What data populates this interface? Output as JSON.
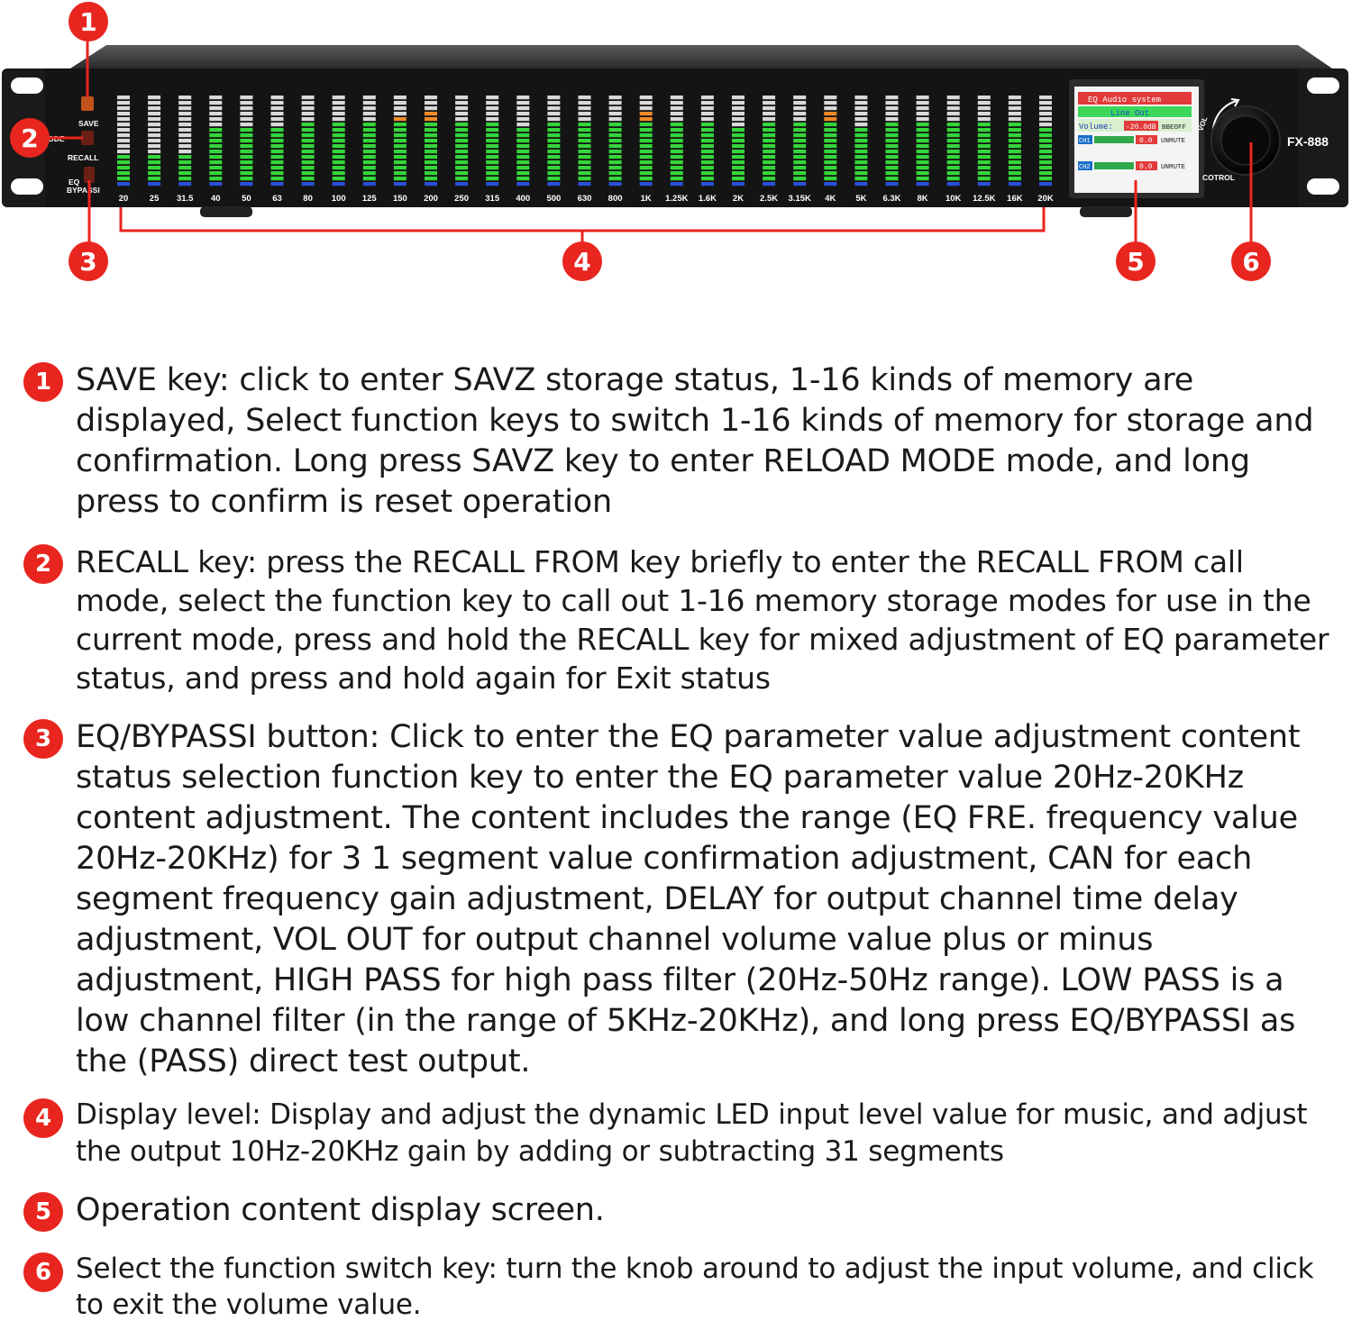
{
  "device": {
    "model": "FX-888",
    "buttons": {
      "save": "SAVE",
      "mode": "MODE",
      "recall": "RECALL",
      "eq_bypass_line1": "EQ",
      "eq_bypass_line2": "BYPASSI"
    },
    "knob_label": "COTROL",
    "knob_arc_label": "VOL",
    "frequencies": [
      "20",
      "25",
      "31.5",
      "40",
      "50",
      "63",
      "80",
      "100",
      "125",
      "150",
      "200",
      "250",
      "315",
      "400",
      "500",
      "630",
      "800",
      "1K",
      "1.25K",
      "1.6K",
      "2K",
      "2.5K",
      "3.15K",
      "4K",
      "5K",
      "6.3K",
      "8K",
      "10K",
      "12.5K",
      "16K",
      "20K"
    ],
    "meter_levels": [
      6,
      6,
      6,
      11,
      11,
      11,
      12,
      12,
      12,
      13,
      14,
      12,
      12,
      11,
      12,
      12,
      12,
      14,
      12,
      12,
      11,
      12,
      12,
      14,
      11,
      12,
      12,
      12,
      12,
      12,
      11
    ],
    "lcd": {
      "title": "EQ Audio system",
      "subtitle": "Line Out",
      "volume_label": "Volume:",
      "volume_value": "-20.0dB",
      "bbe": "BBEOFF",
      "ch1_label": "CH1",
      "ch1_value": "0.0",
      "ch1_status": "UNMUTE",
      "ch2_label": "CH2",
      "ch2_value": "0.0",
      "ch2_status": "UNMUTE"
    }
  },
  "callouts": [
    "1",
    "2",
    "3",
    "4",
    "5",
    "6"
  ],
  "descriptions": [
    {
      "number": "1",
      "text": "SAVE key: click to enter SAVZ storage status,  1-16 kinds of memory are displayed,    Select function keys to switch 1-16 kinds of memory for storage and confirmation. Long press SAVZ key to enter RELOAD MODE mode, and long press to confirm is reset operation"
    },
    {
      "number": "2",
      "text": "RECALL key: press the RECALL FROM key briefly to enter the RECALL FROM call mode, select the function key to call out 1-16 memory storage modes for use in the current mode, press and hold the RECALL key for mixed adjustment of EQ parameter status, and press and hold again for Exit status"
    },
    {
      "number": "3",
      "text": "EQ/BYPASSI button: Click to enter the EQ parameter value adjustment content status selection function key to enter the EQ parameter value 20Hz-20KHz content adjustment. The content includes the range (EQ FRE. frequency value 20Hz-20KHz) for 3 1 segment value confirmation adjustment, CAN for each segment frequency gain adjustment, DELAY for output channel time delay adjustment, VOL OUT for output channel volume value plus or minus adjustment, HIGH PASS for high pass filter (20Hz-50Hz range). LOW PASS is a low channel filter (in the range of 5KHz-20KHz), and long press EQ/BYPASSI as the (PASS) direct test output."
    },
    {
      "number": "4",
      "text": "Display level: Display and adjust the dynamic LED input level value for music, and adjust the output 10Hz-20KHz gain by adding or subtracting 31 segments"
    },
    {
      "number": "5",
      "text": "Operation content display screen."
    },
    {
      "number": "6",
      "text": "Select the function switch key: turn the knob around to adjust the input volume, and click to exit the volume value."
    }
  ],
  "colors": {
    "accent_red": "#e8251e",
    "panel": "#141414",
    "led_green": "#35d63a",
    "led_orange": "#f08a2a",
    "led_red": "#e62a22",
    "led_blue": "#2a4fd8",
    "led_off": "#d9d9d9"
  }
}
